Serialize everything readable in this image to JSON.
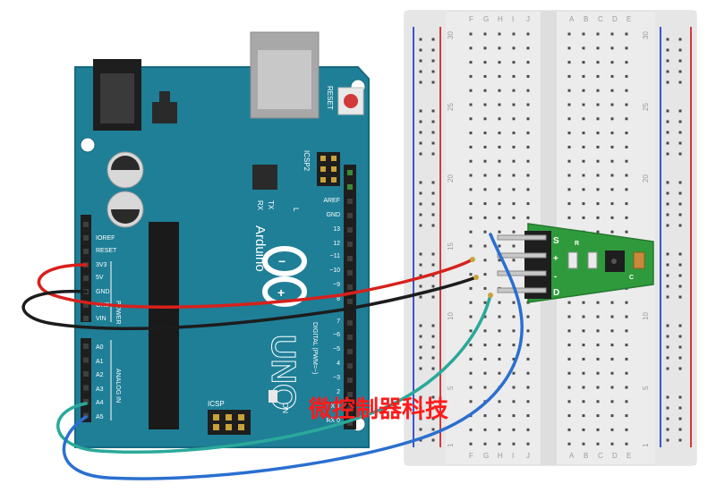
{
  "colors": {
    "board": "#1f7f97",
    "board_dark": "#176a80",
    "breadboard": "#ececec",
    "rail_red": "#d23a3a",
    "rail_blue": "#3a56c8",
    "module_green": "#2f9a3c",
    "wire_red": "#d8201c",
    "wire_black": "#1c1c1c",
    "wire_teal": "#2aa99a",
    "wire_blue": "#2a6fd0",
    "watermark": "#ff1a1a"
  },
  "arduino": {
    "brand": "Arduino",
    "model": "UNO",
    "reset_label": "RESET",
    "icsp2_label": "ICSP2",
    "icsp_label": "ICSP",
    "tx_label": "TX",
    "rx_label": "RX",
    "l_label": "L",
    "on_label": "ON",
    "power_label": "POWER",
    "analog_label": "ANALOG IN",
    "digital_label": "DIGITAL (PWM=~)",
    "power_pins": [
      "IOREF",
      "RESET",
      "3V3",
      "5V",
      "GND",
      "GND",
      "VIN"
    ],
    "analog_pins": [
      "A0",
      "A1",
      "A2",
      "A3",
      "A4",
      "A5"
    ],
    "digital_pins": [
      "AREF",
      "GND",
      "13",
      "12",
      "~11",
      "~10",
      "~9",
      "8",
      "7",
      "~6",
      "~5",
      "4",
      "~3",
      "2",
      "TX 1",
      "RX 0"
    ]
  },
  "breadboard": {
    "col_letters_left": [
      "F",
      "G",
      "H",
      "I",
      "J"
    ],
    "col_letters_right": [
      "A",
      "B",
      "C",
      "D",
      "E"
    ],
    "row_numbers": [
      "30",
      "25",
      "20",
      "15",
      "10",
      "5",
      "1"
    ]
  },
  "module": {
    "pins": [
      "S",
      "+",
      "-",
      "D"
    ],
    "extra": [
      "C",
      "R"
    ]
  },
  "watermark": "微控制器科技"
}
